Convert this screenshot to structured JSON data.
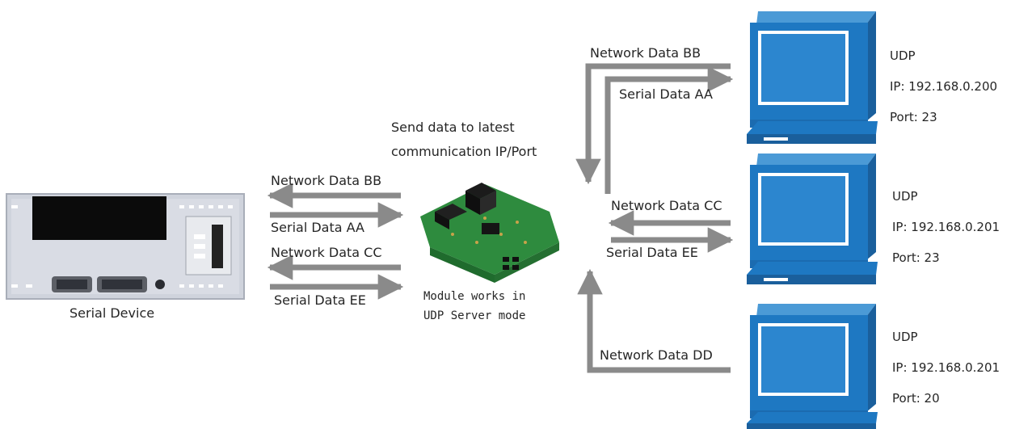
{
  "center_note": {
    "line1": "Send data to latest",
    "line2": "communication IP/Port"
  },
  "left": {
    "device_label": "Serial Device",
    "links": [
      "Network Data BB",
      "Serial Data AA",
      "Network Data CC",
      "Serial Data EE"
    ]
  },
  "module": {
    "line1": "Module works in",
    "line2": "UDP Server mode"
  },
  "right_links": {
    "pc1_top": "Network Data BB",
    "pc1_bottom": "Serial Data AA",
    "pc2_top": "Network Data CC",
    "pc2_bottom": "Serial Data EE",
    "pc3": "Network Data DD"
  },
  "hosts": [
    {
      "proto": "UDP",
      "ip": "IP: 192.168.0.200",
      "port": "Port: 23"
    },
    {
      "proto": "UDP",
      "ip": "IP: 192.168.0.201",
      "port": "Port: 23"
    },
    {
      "proto": "UDP",
      "ip": "IP: 192.168.0.201",
      "port": "Port: 20"
    }
  ],
  "colors": {
    "arrow": "#8a8a8a",
    "pc_blue": "#1e78c2",
    "pcb_green": "#2e8b3e",
    "device_gray": "#cfd3dc"
  }
}
